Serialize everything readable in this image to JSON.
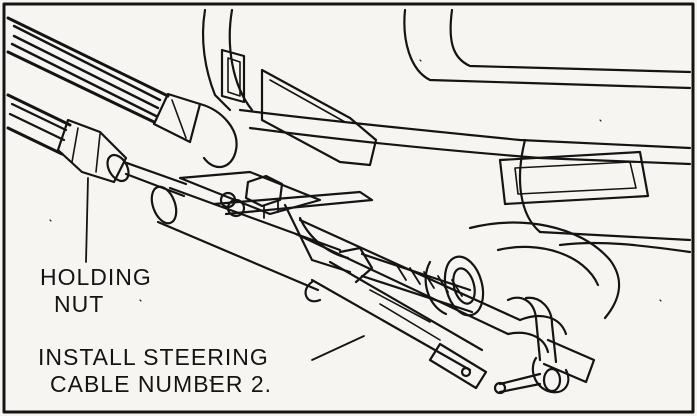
{
  "callouts": {
    "holding_nut": {
      "line1": "HOLDING",
      "line2": "NUT"
    },
    "install": {
      "line1": "INSTALL STEERING",
      "line2": "CABLE NUMBER 2."
    }
  },
  "colors": {
    "ink": "#141414",
    "paper": "#f6f5f2"
  }
}
